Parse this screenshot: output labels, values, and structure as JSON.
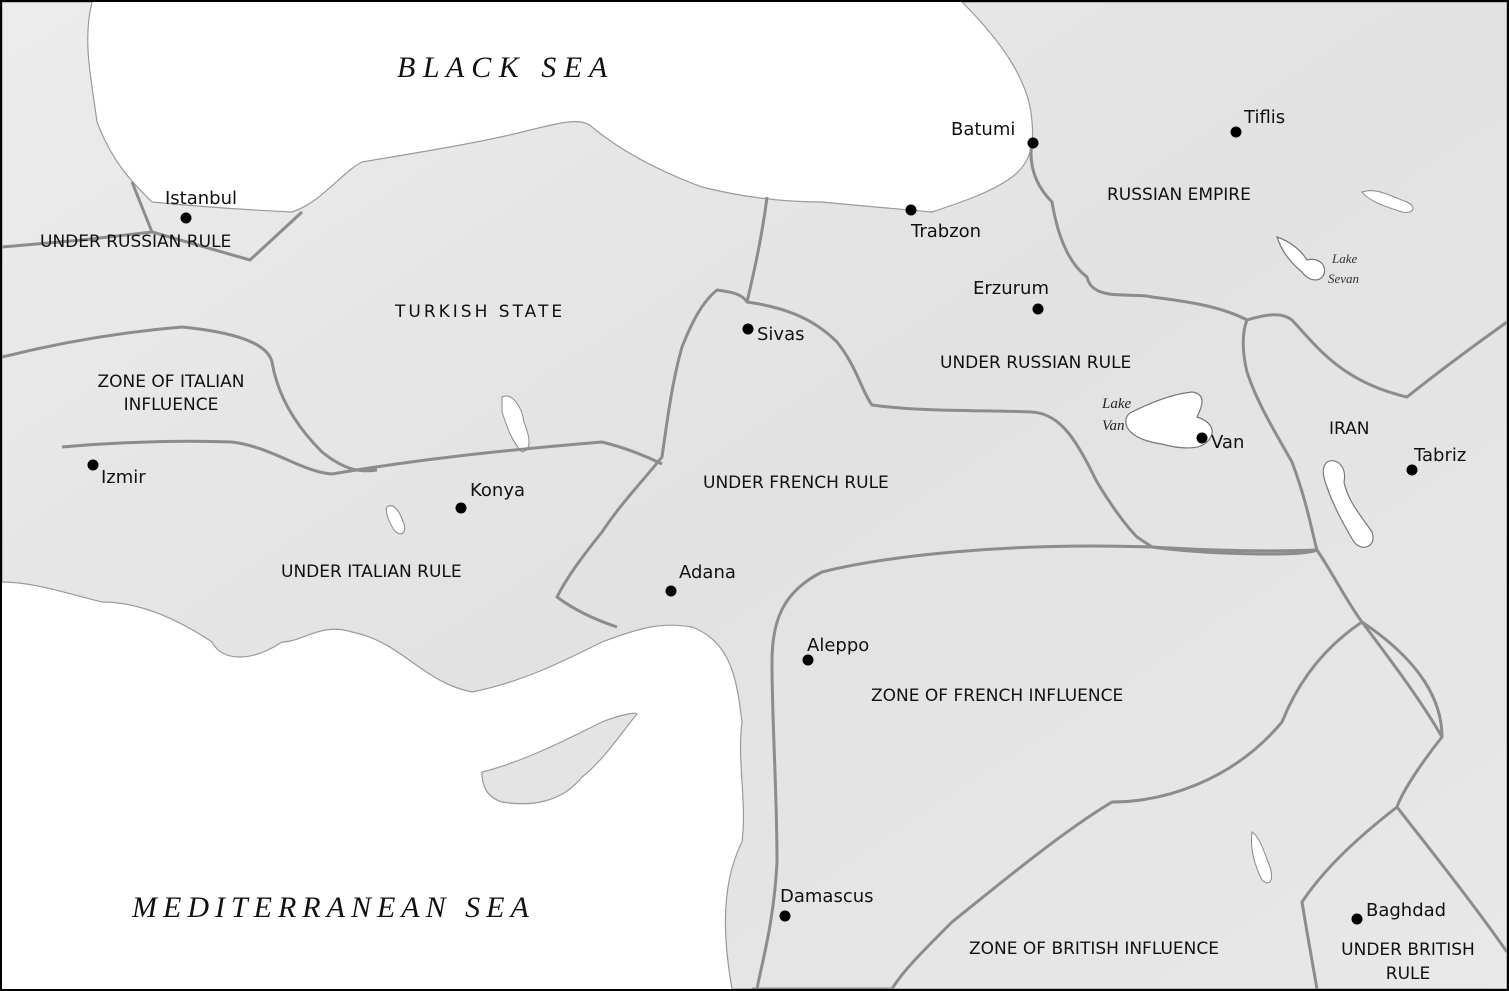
{
  "seas": {
    "black_sea": "B L A C K   S E A",
    "mediterranean": "MEDITERRANEAN SEA"
  },
  "lakes": {
    "van_line1": "Lake",
    "van_line2": "Van",
    "sevan_line1": "Lake",
    "sevan_line2": "Sevan"
  },
  "regions": {
    "under_russian_rule_west": "UNDER RUSSIAN RULE",
    "turkish_state": "TURKISH STATE",
    "zone_italian_line1": "ZONE OF ITALIAN",
    "zone_italian_line2": "INFLUENCE",
    "under_italian_rule": "UNDER ITALIAN RULE",
    "under_french_rule": "UNDER FRENCH RULE",
    "russian_empire": "RUSSIAN EMPIRE",
    "under_russian_rule_east": "UNDER RUSSIAN RULE",
    "iran": "IRAN",
    "zone_french": "ZONE OF FRENCH INFLUENCE",
    "zone_british": "ZONE OF BRITISH INFLUENCE",
    "under_british_line1": "UNDER BRITISH",
    "under_british_line2": "RULE"
  },
  "cities": {
    "istanbul": "Istanbul",
    "izmir": "Izmir",
    "konya": "Konya",
    "adana": "Adana",
    "sivas": "Sivas",
    "trabzon": "Trabzon",
    "batumi": "Batumi",
    "tiflis": "Tiflis",
    "erzurum": "Erzurum",
    "van": "Van",
    "tabriz": "Tabriz",
    "aleppo": "Aleppo",
    "damascus": "Damascus",
    "baghdad": "Baghdad"
  },
  "colors": {
    "land": "#e6e6e6",
    "water": "#ffffff",
    "border": "#8c8c8c",
    "city_dot": "#000000"
  }
}
